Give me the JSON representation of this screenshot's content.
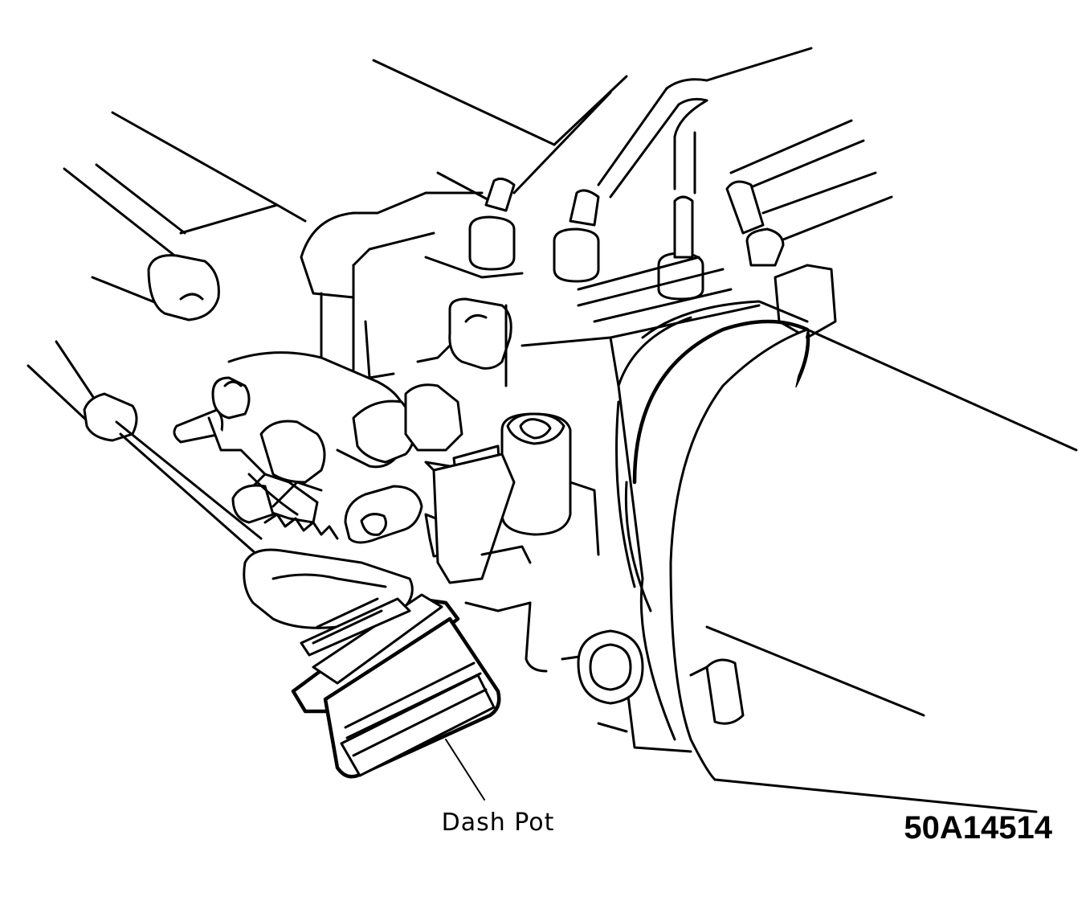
{
  "diagram": {
    "callouts": [
      {
        "id": "dash-pot",
        "label": "Dash Pot"
      }
    ],
    "figure_id": "50A14514"
  }
}
